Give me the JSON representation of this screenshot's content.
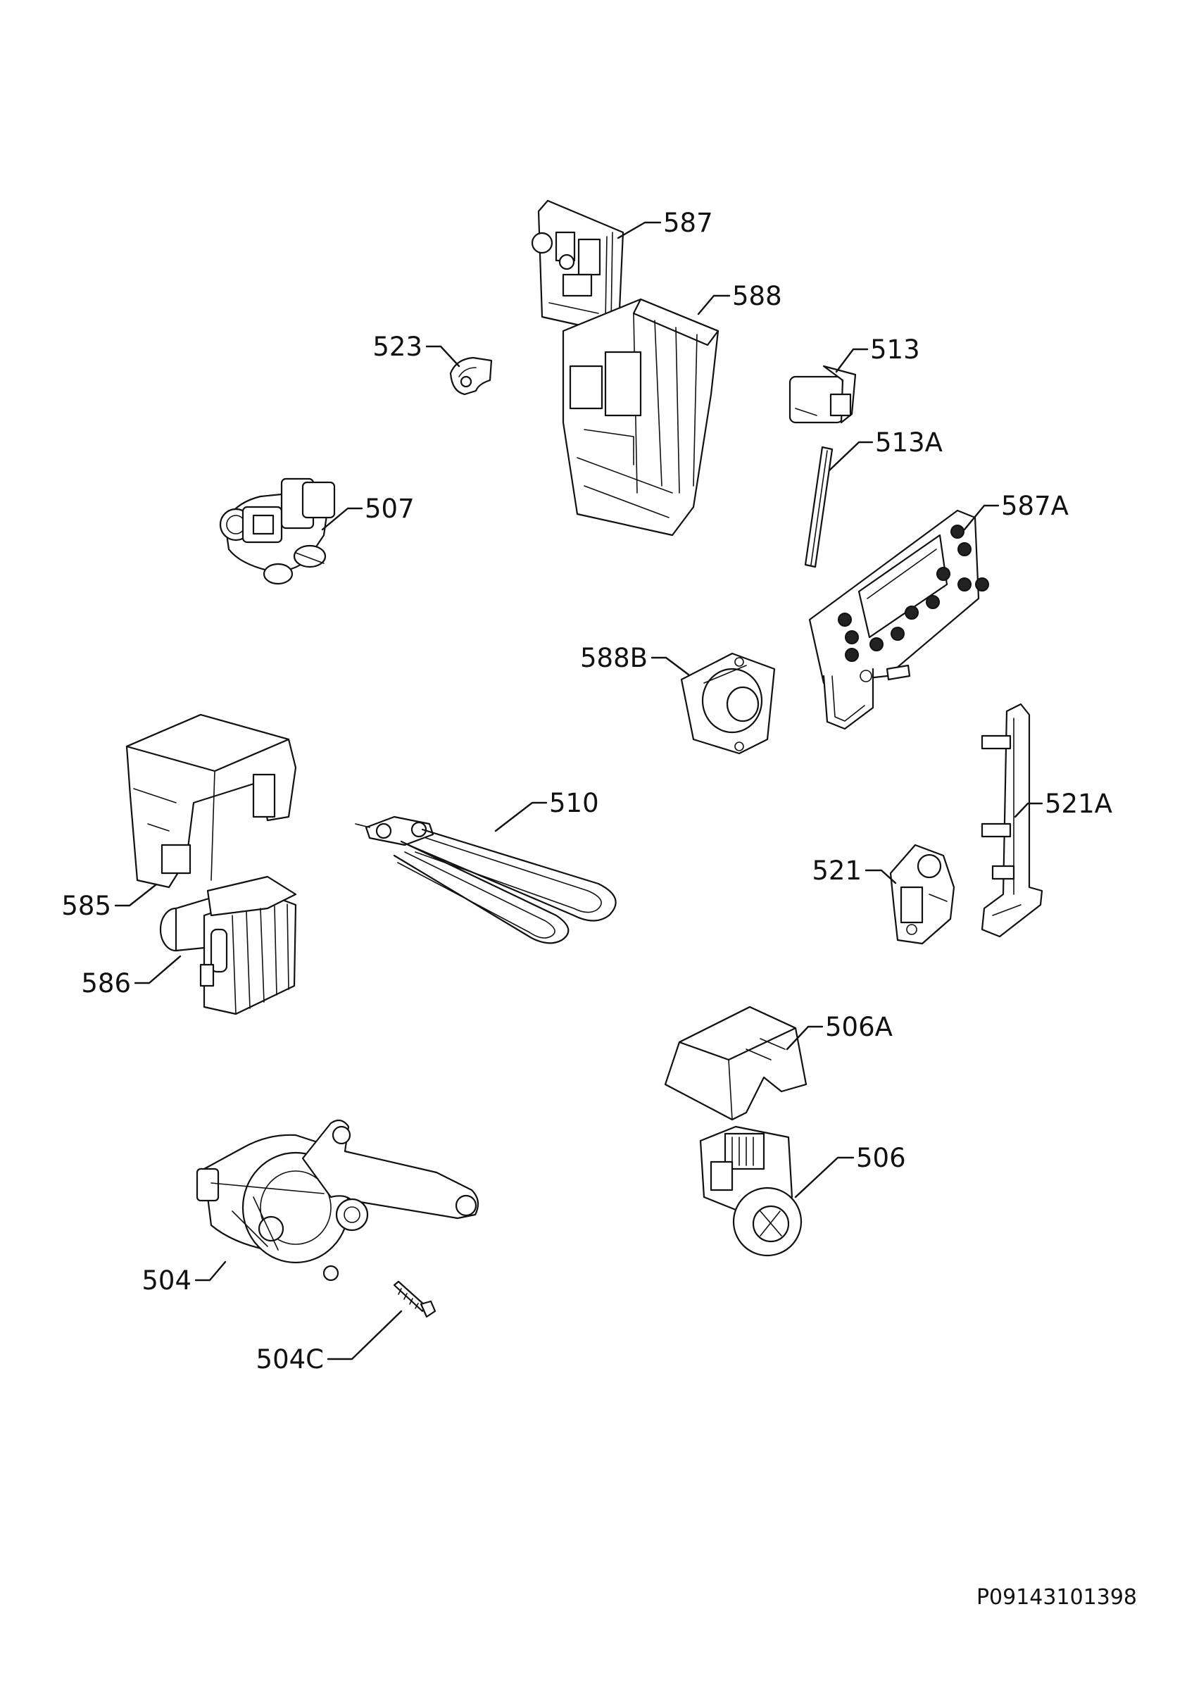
{
  "document_id": "P09143101398",
  "callouts": {
    "p587": "587",
    "p588": "588",
    "p523": "523",
    "p513": "513",
    "p513A": "513A",
    "p507": "507",
    "p587A": "587A",
    "p588B": "588B",
    "p510": "510",
    "p521A": "521A",
    "p521": "521",
    "p585": "585",
    "p586": "586",
    "p506A": "506A",
    "p506": "506",
    "p504": "504",
    "p504C": "504C"
  }
}
